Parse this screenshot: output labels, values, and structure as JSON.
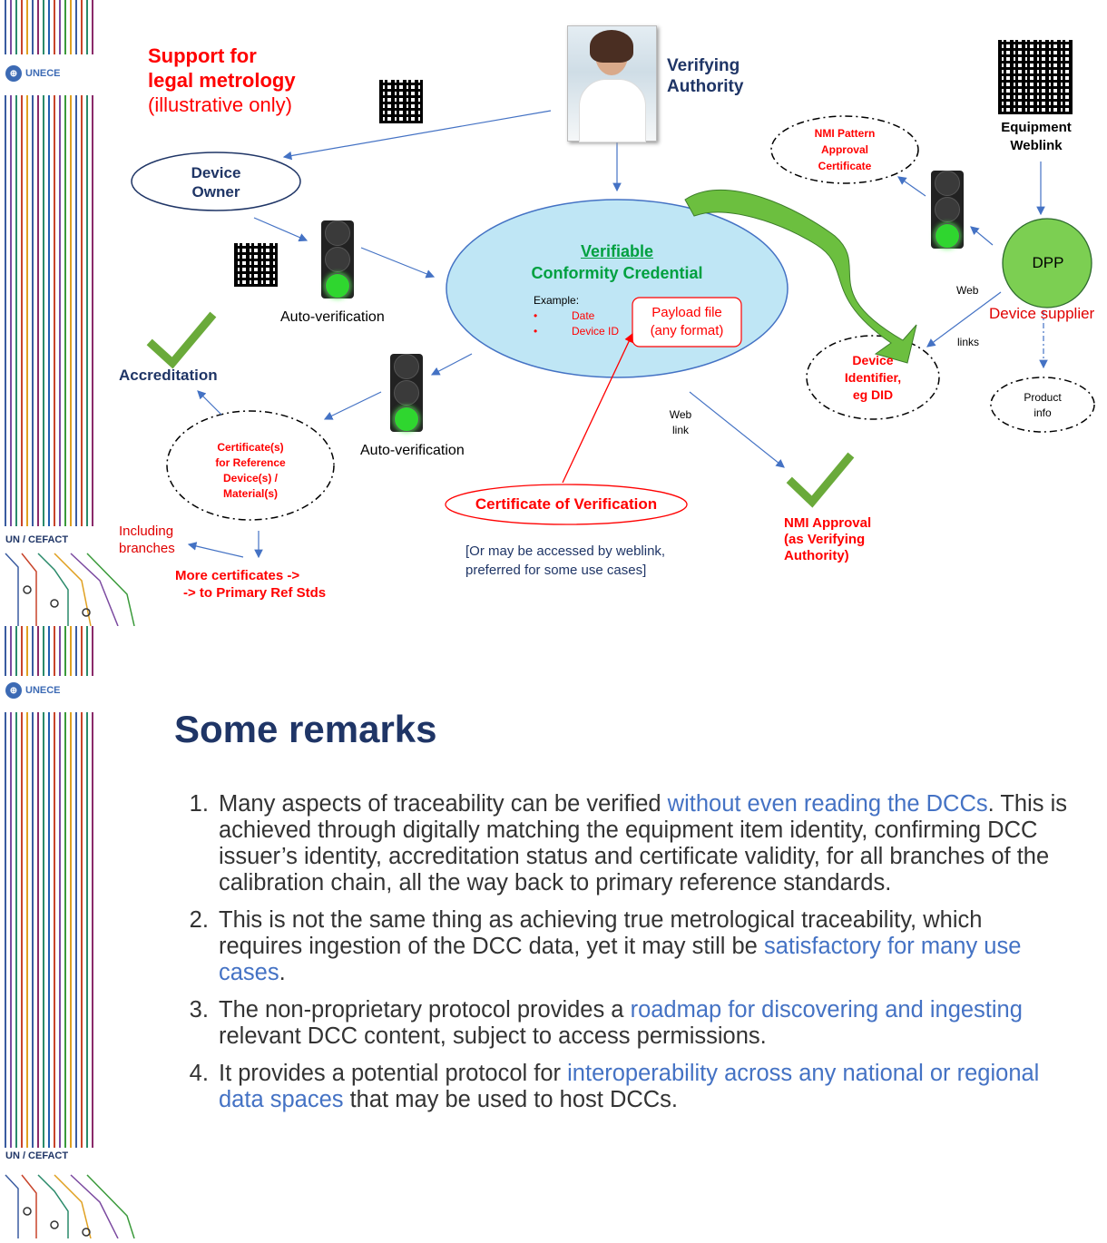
{
  "top_title": {
    "line1": "Support for",
    "line2": "legal metrology",
    "line3": "(illustrative only)"
  },
  "logos": {
    "unece": "UNECE",
    "cefact": "UN / CEFACT"
  },
  "nodes": {
    "verifying_authority": {
      "line1": "Verifying",
      "line2": "Authority"
    },
    "device_owner": {
      "line1": "Device",
      "line2": "Owner"
    },
    "vcc": {
      "line1": "Verifiable",
      "line2": "Conformity Credential",
      "example_label": "Example:",
      "example_items": [
        "Date",
        "Device ID"
      ]
    },
    "payload": {
      "line1": "Payload file",
      "line2": "(any format)"
    },
    "auto_verification_1": "Auto-verification",
    "auto_verification_2": "Auto-verification",
    "accreditation": "Accreditation",
    "ref_certs": {
      "line1": "Certificate(s)",
      "line2": "for Reference",
      "line3": "Device(s) /",
      "line4": "Material(s)"
    },
    "including_branches": {
      "line1": "Including",
      "line2": "branches"
    },
    "more_certs": {
      "line1": "More certificates ->",
      "line2": "-> to Primary Ref Stds"
    },
    "cert_of_verification": "Certificate of Verification",
    "weblink_note": {
      "line1": "[Or may be accessed by weblink,",
      "line2": "preferred for some use cases]"
    },
    "web_link": {
      "line1": "Web",
      "line2": "link"
    },
    "nmi_approval": {
      "line1": "NMI Approval",
      "line2": "(as Verifying",
      "line3": "Authority)"
    },
    "nmi_pattern": {
      "line1": "NMI Pattern",
      "line2": "Approval",
      "line3": "Certificate"
    },
    "equipment_weblink": {
      "line1": "Equipment",
      "line2": "Weblink"
    },
    "dpp": "DPP",
    "device_supplier": "Device supplier",
    "web": "Web",
    "links": "links",
    "device_identifier": {
      "line1": "Device",
      "line2": "Identifier,",
      "line3": "eg DID"
    },
    "product_info": {
      "line1": "Product",
      "line2": "info"
    }
  },
  "remarks": {
    "title": "Some remarks",
    "items": [
      {
        "a": "Many aspects of traceability can be verified ",
        "hl": "without even reading the DCCs",
        "b": ". This is achieved through digitally matching the equipment item identity, confirming DCC issuer’s identity, accreditation status and certificate validity, for all branches of the calibration chain, all the way back to primary reference standards."
      },
      {
        "a": "This is not the same thing as achieving true metrological traceability, which requires ingestion of the DCC data, yet it may still be ",
        "hl": "satisfactory for many use cases",
        "b": "."
      },
      {
        "a": "The non-proprietary protocol provides a ",
        "hl": "roadmap for discovering and ingesting",
        "b": " relevant DCC content, subject to access permissions."
      },
      {
        "a": "It provides a potential protocol for ",
        "hl": "interoperability across any national or regional data spaces",
        "b": " that may be used to host DCCs."
      }
    ]
  },
  "colors": {
    "accent_red": "#ff0000",
    "navy": "#1f3566",
    "vcc_fill": "#bfe6f5",
    "dpp_fill": "#7ccf52",
    "link_blue": "#4472c4"
  }
}
